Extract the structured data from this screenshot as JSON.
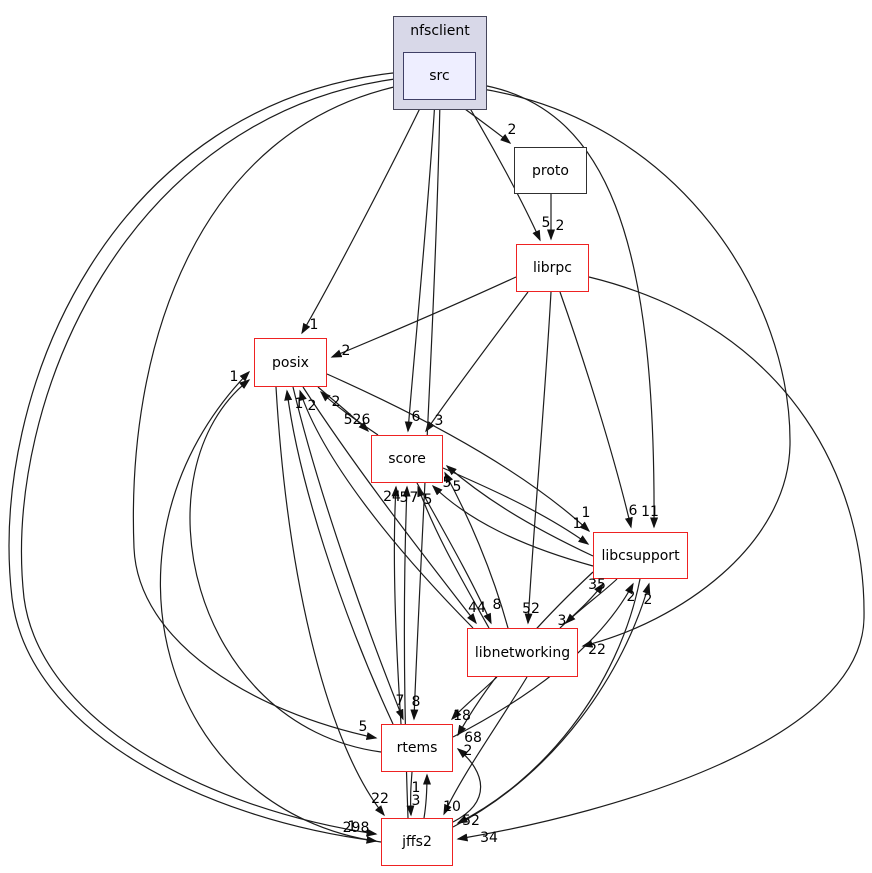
{
  "cluster": {
    "label": "nfsclient"
  },
  "nodes": [
    {
      "id": "src",
      "label": "src",
      "style": "dir"
    },
    {
      "id": "proto",
      "label": "proto",
      "style": "plain"
    },
    {
      "id": "librpc",
      "label": "librpc",
      "style": "red"
    },
    {
      "id": "posix",
      "label": "posix",
      "style": "red"
    },
    {
      "id": "score",
      "label": "score",
      "style": "red"
    },
    {
      "id": "libcsupport",
      "label": "libcsupport",
      "style": "red"
    },
    {
      "id": "libnetworking",
      "label": "libnetworking",
      "style": "red"
    },
    {
      "id": "rtems",
      "label": "rtems",
      "style": "red"
    },
    {
      "id": "jffs2",
      "label": "jffs2",
      "style": "red"
    }
  ],
  "edges": [
    {
      "from": "src",
      "to": "proto",
      "label": "2"
    },
    {
      "from": "src",
      "to": "librpc",
      "label": "5"
    },
    {
      "from": "proto",
      "to": "librpc",
      "label": "2"
    },
    {
      "from": "src",
      "to": "posix",
      "label": "1"
    },
    {
      "from": "librpc",
      "to": "posix",
      "label": "2"
    },
    {
      "from": "jffs2",
      "to": "posix",
      "label": "1"
    },
    {
      "from": "rtems",
      "to": "posix",
      "label": ""
    },
    {
      "from": "rtems",
      "to": "posix",
      "label": "1"
    },
    {
      "from": "libnetworking",
      "to": "posix",
      "label": "2"
    },
    {
      "from": "score",
      "to": "posix",
      "label": "2"
    },
    {
      "from": "posix",
      "to": "score",
      "label": "526"
    },
    {
      "from": "src",
      "to": "score",
      "label": "6"
    },
    {
      "from": "librpc",
      "to": "score",
      "label": "3"
    },
    {
      "from": "libcsupport",
      "to": "score",
      "label": "5"
    },
    {
      "from": "libnetworking",
      "to": "score",
      "label": "5"
    },
    {
      "from": "rtems",
      "to": "score",
      "label": "24"
    },
    {
      "from": "jffs2",
      "to": "score",
      "label": "5"
    },
    {
      "from": "libnetworking",
      "to": "score",
      "label": "7"
    },
    {
      "from": "libcsupport",
      "to": "score",
      "label": "5"
    },
    {
      "from": "librpc",
      "to": "libcsupport",
      "label": "6"
    },
    {
      "from": "src",
      "to": "libcsupport",
      "label": "11"
    },
    {
      "from": "posix",
      "to": "libcsupport",
      "label": "1"
    },
    {
      "from": "score",
      "to": "libcsupport",
      "label": "1"
    },
    {
      "from": "libnetworking",
      "to": "libcsupport",
      "label": "35"
    },
    {
      "from": "rtems",
      "to": "libcsupport",
      "label": "2"
    },
    {
      "from": "jffs2",
      "to": "libcsupport",
      "label": "2"
    },
    {
      "from": "posix",
      "to": "libnetworking",
      "label": "44"
    },
    {
      "from": "score",
      "to": "libnetworking",
      "label": "8"
    },
    {
      "from": "librpc",
      "to": "libnetworking",
      "label": "52"
    },
    {
      "from": "libcsupport",
      "to": "libnetworking",
      "label": "3"
    },
    {
      "from": "src",
      "to": "libnetworking",
      "label": "22"
    },
    {
      "from": "posix",
      "to": "rtems",
      "label": "7"
    },
    {
      "from": "src",
      "to": "rtems",
      "label": "8"
    },
    {
      "from": "src",
      "to": "rtems",
      "label": "5"
    },
    {
      "from": "libnetworking",
      "to": "rtems",
      "label": "18"
    },
    {
      "from": "libcsupport",
      "to": "rtems",
      "label": "68"
    },
    {
      "from": "jffs2",
      "to": "rtems",
      "label": "2"
    },
    {
      "from": "jffs2",
      "to": "rtems",
      "label": "1"
    },
    {
      "from": "rtems",
      "to": "jffs2",
      "label": "3"
    },
    {
      "from": "posix",
      "to": "jffs2",
      "label": "22"
    },
    {
      "from": "libnetworking",
      "to": "jffs2",
      "label": "10"
    },
    {
      "from": "libcsupport",
      "to": "jffs2",
      "label": "52"
    },
    {
      "from": "librpc",
      "to": "jffs2",
      "label": "34"
    },
    {
      "from": "src",
      "to": "jffs2",
      "label": "298"
    },
    {
      "from": "src",
      "to": "jffs2",
      "label": "1"
    }
  ],
  "colors": {
    "cluster_fill": "#d8d8e8",
    "cluster_border": "#46465a",
    "dir_fill": "#eeeeff",
    "red_border": "#ee2222",
    "plain_border": "#303030",
    "edge": "#1c1c1c"
  }
}
